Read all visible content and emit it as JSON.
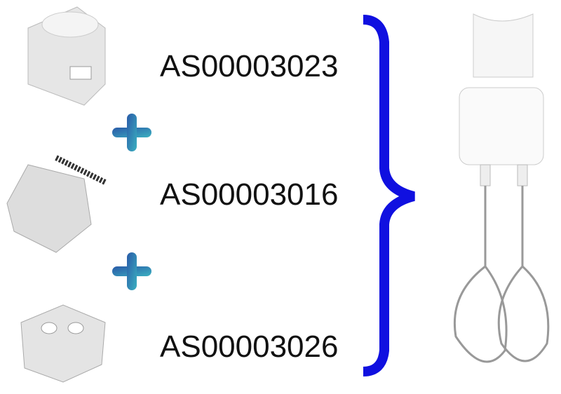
{
  "parts": [
    {
      "code": "AS00003023"
    },
    {
      "code": "AS00003016"
    },
    {
      "code": "AS00003026"
    }
  ],
  "colors": {
    "brace": "#1010e0",
    "plus_start": "#2a5aa8",
    "plus_end": "#3ab0c0"
  }
}
